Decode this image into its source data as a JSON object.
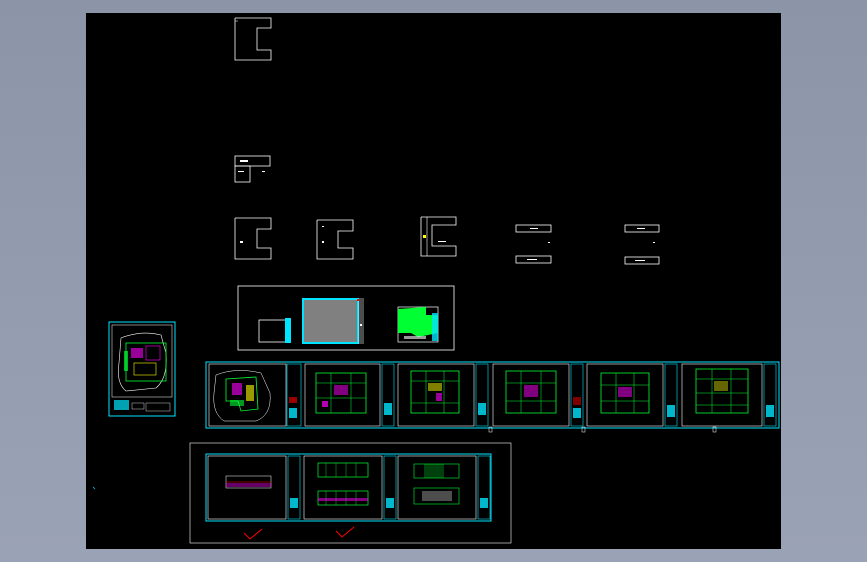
{
  "app": {
    "background_color": "#8f98ab",
    "canvas_color": "#000000"
  },
  "colors": {
    "frame_white": "#ffffff",
    "frame_cyan": "#00e5ff",
    "plan_green": "#00ff33",
    "plan_magenta": "#ff00ff",
    "plan_yellow": "#ffff00",
    "plan_red": "#ff0000",
    "fill_gray": "#808080"
  },
  "sheets": {
    "row_plans": [
      "site-plan-sheet",
      "floor-plan-1",
      "floor-plan-2",
      "floor-plan-3",
      "floor-plan-4",
      "floor-plan-5"
    ],
    "row_elevations": [
      "elevation-sheet-1",
      "elevation-sheet-2",
      "section-sheet-3"
    ]
  },
  "marks": {
    "checkmark_icon_count": 2
  }
}
